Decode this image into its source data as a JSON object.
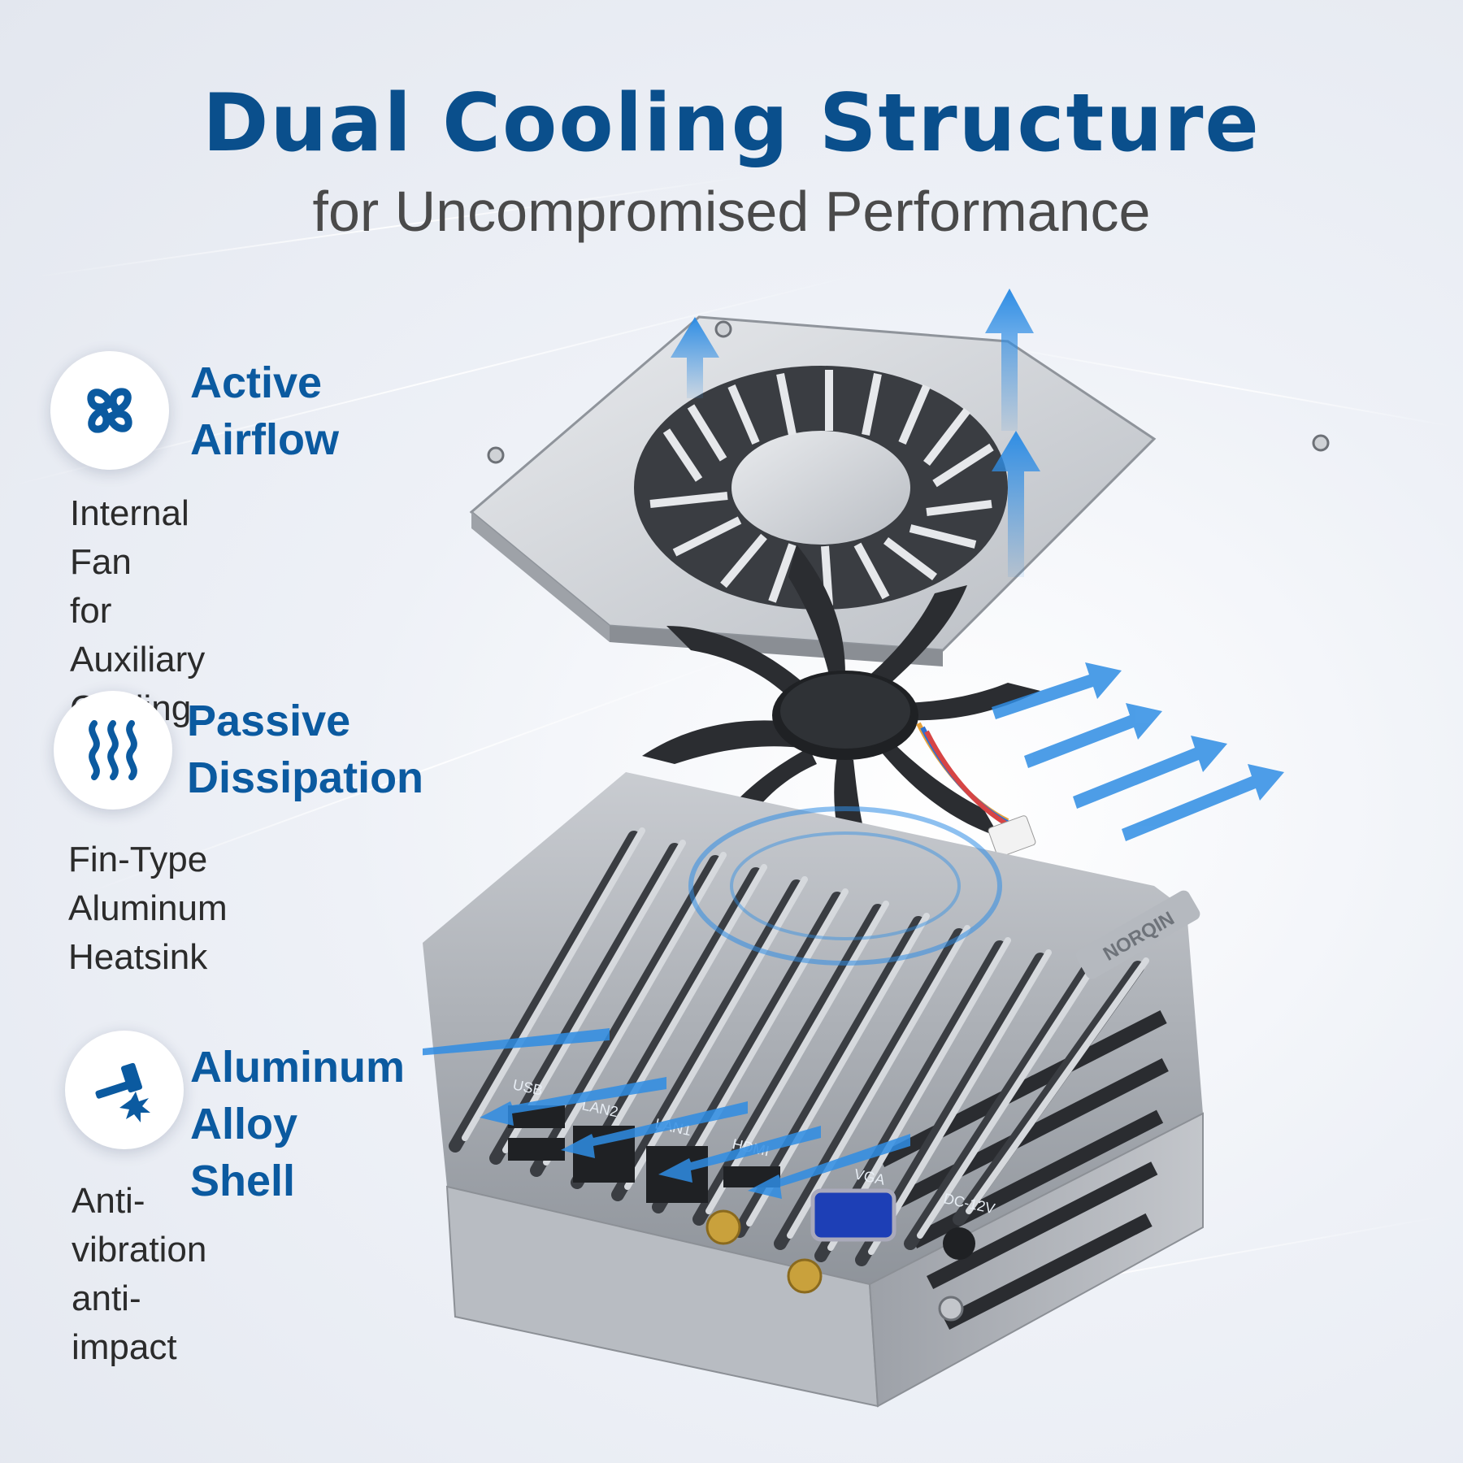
{
  "header": {
    "title": "Dual Cooling Structure",
    "subtitle": "for Uncompromised Performance"
  },
  "features": [
    {
      "icon": "fan-icon",
      "title_line1": "Active",
      "title_line2": "Airflow",
      "desc_line1": "Internal Fan",
      "desc_line2": "for Auxiliary Cooling"
    },
    {
      "icon": "heat-waves-icon",
      "title_line1": "Passive",
      "title_line2": "Dissipation",
      "desc_line1": "Fin-Type Aluminum",
      "desc_line2": "Heatsink"
    },
    {
      "icon": "hammer-impact-icon",
      "title_line1": "Aluminum",
      "title_line2": "Alloy Shell",
      "desc_line1": "Anti-vibration",
      "desc_line2": "anti-impact"
    }
  ],
  "device": {
    "brand": "NORQIN",
    "ports": [
      "USB",
      "LAN2",
      "LAN1",
      "HDMI",
      "VGA",
      "DC-12V"
    ]
  },
  "colors": {
    "heading": "#0a4f8c",
    "feature_title": "#0b5aa0",
    "airflow_arrow": "#2f8de4",
    "shell": "#a9adb4"
  }
}
